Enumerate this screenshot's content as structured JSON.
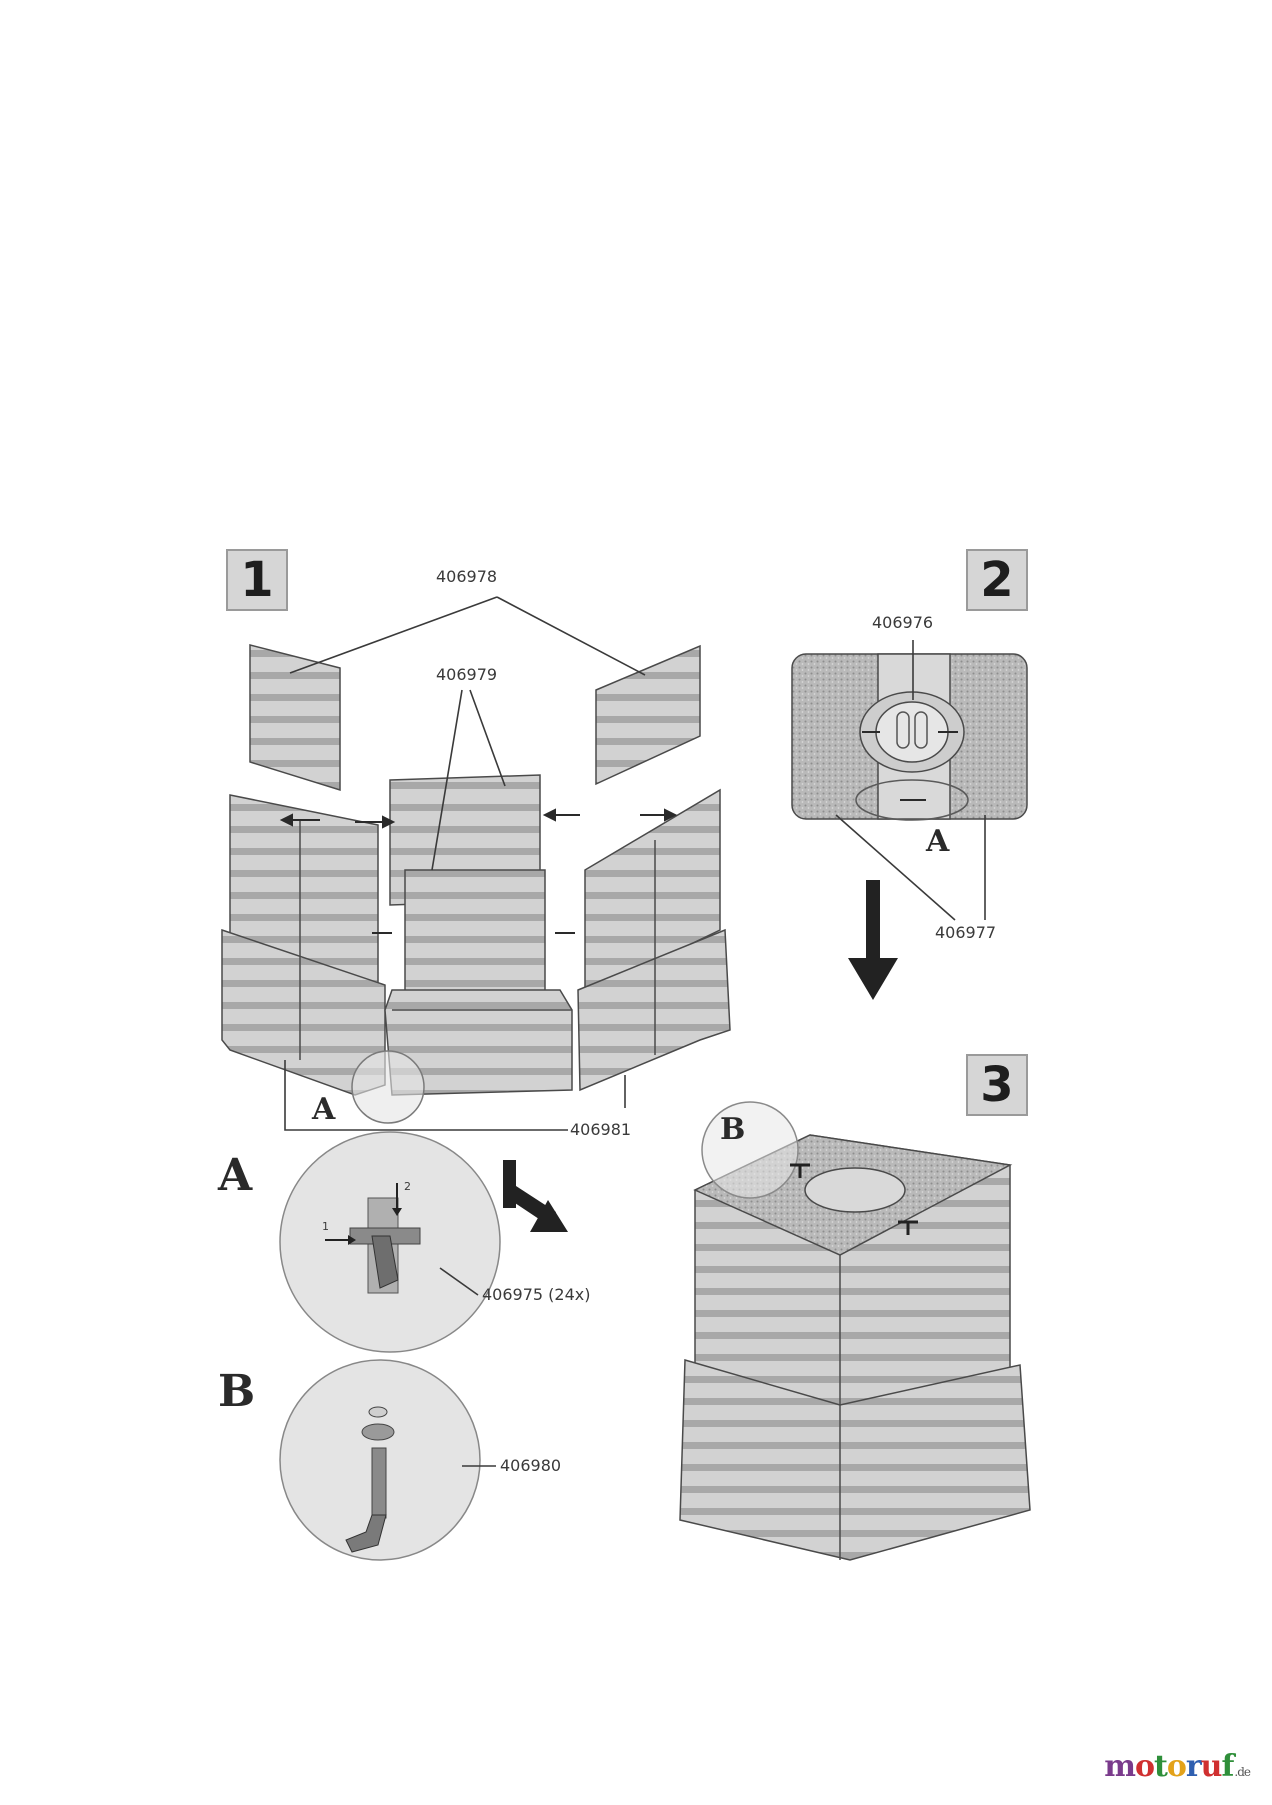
{
  "steps": {
    "step1": "1",
    "step2": "2",
    "step3": "3"
  },
  "parts": {
    "p406978": "406978",
    "p406979": "406979",
    "p406976": "406976",
    "p406977": "406977",
    "p406981": "406981",
    "p406975": "406975 (24x)",
    "p406980": "406980"
  },
  "details": {
    "a_in_step1": "A",
    "a_in_step2": "A",
    "b_in_step3": "B",
    "a_detail": "A",
    "b_detail": "B"
  },
  "detail_a_arrows": {
    "push": "1",
    "down": "2"
  },
  "watermark": {
    "letters": [
      {
        "ch": "m",
        "color": "#7a3b8c"
      },
      {
        "ch": "o",
        "color": "#d03030"
      },
      {
        "ch": "t",
        "color": "#2f8f3a"
      },
      {
        "ch": "o",
        "color": "#e3a21a"
      },
      {
        "ch": "r",
        "color": "#2f5fb0"
      },
      {
        "ch": "u",
        "color": "#d03030"
      },
      {
        "ch": "f",
        "color": "#2f8f3a"
      }
    ],
    "tld": ".de"
  },
  "colors": {
    "line": "#3a3a3a",
    "panel": "#cfcfcf",
    "panel_dark": "#9c9c9c",
    "circle": "#e4e4e4"
  }
}
